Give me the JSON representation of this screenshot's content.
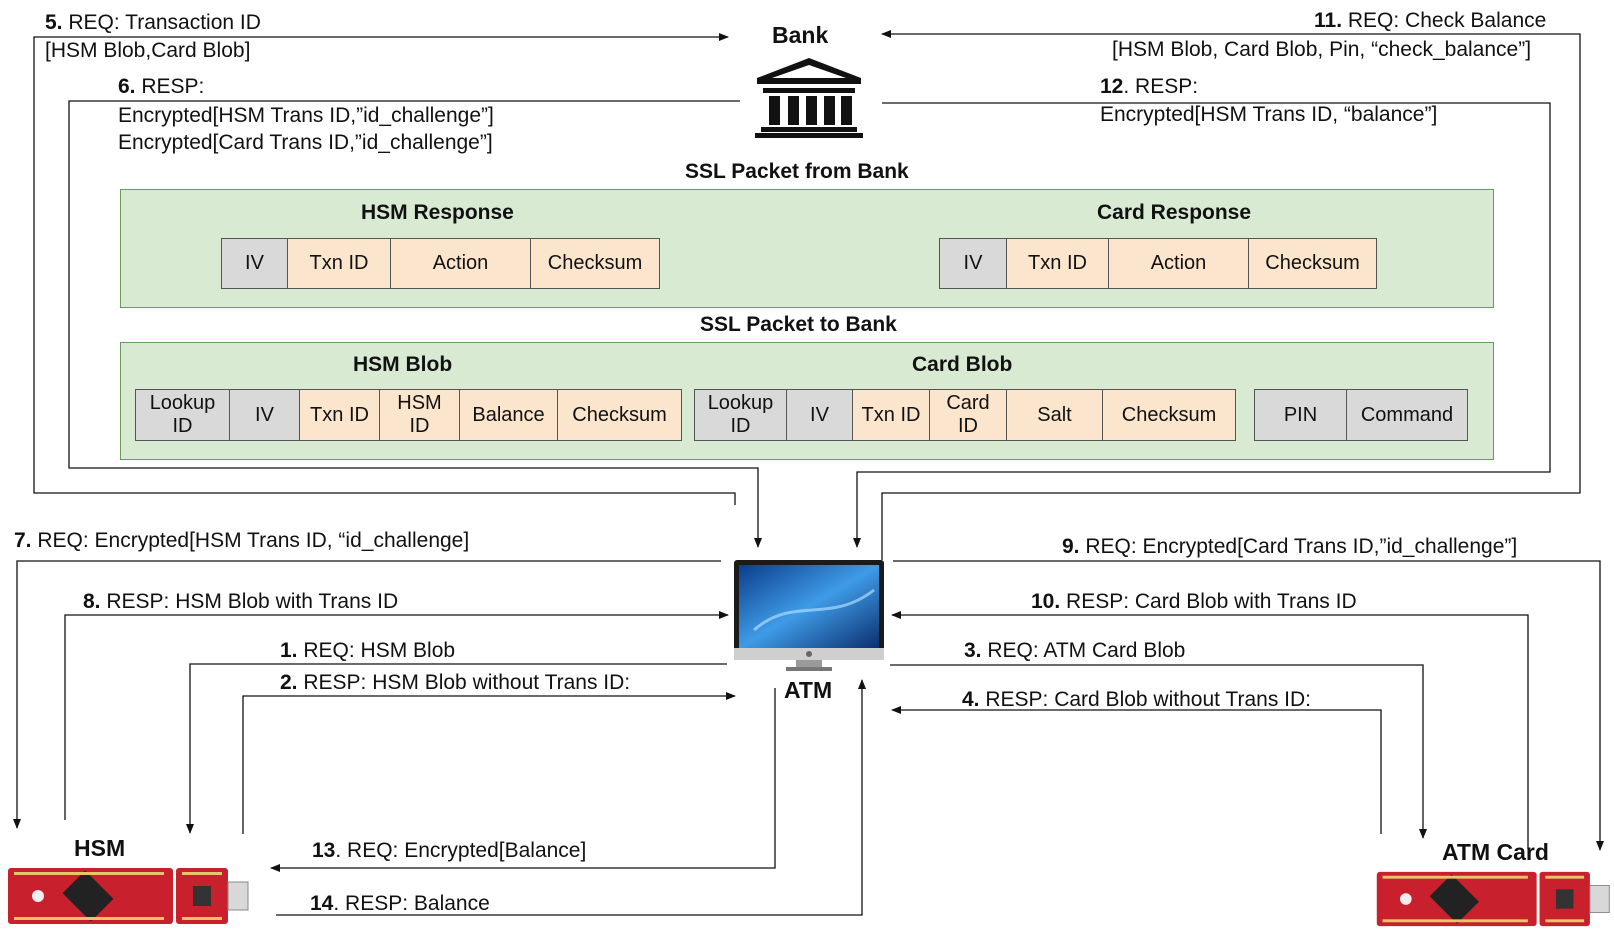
{
  "nodes": {
    "bank": "Bank",
    "atm": "ATM",
    "hsm": "HSM",
    "atm_card": "ATM Card"
  },
  "messages": {
    "m5": {
      "num": "5.",
      "text": " REQ: Transaction ID",
      "line2": "[HSM Blob,Card Blob]"
    },
    "m6": {
      "num": "6.",
      "text": " RESP:",
      "line2": "Encrypted[HSM Trans ID,”id_challenge”]",
      "line3": "Encrypted[Card Trans ID,”id_challenge”]"
    },
    "m11": {
      "num": "11.",
      "text": " REQ: Check Balance",
      "line2": "[HSM Blob, Card Blob, Pin, “check_balance”]"
    },
    "m12": {
      "num": "12",
      "text": ". RESP:",
      "line2": "Encrypted[HSM Trans ID, “balance”]"
    },
    "m7": {
      "num": "7.",
      "text": " REQ: Encrypted[HSM Trans ID, “id_challenge]"
    },
    "m8": {
      "num": "8.",
      "text": " RESP: HSM Blob with Trans ID"
    },
    "m1": {
      "num": "1.",
      "text": " REQ: HSM Blob"
    },
    "m2": {
      "num": "2.",
      "text": " RESP: HSM Blob without Trans ID:"
    },
    "m9": {
      "num": "9.",
      "text": " REQ: Encrypted[Card Trans ID,”id_challenge”]"
    },
    "m10": {
      "num": "10.",
      "text": " RESP: Card Blob with Trans ID"
    },
    "m3": {
      "num": "3.",
      "text": " REQ: ATM Card Blob"
    },
    "m4": {
      "num": "4.",
      "text": " RESP: Card Blob without Trans ID:"
    },
    "m13": {
      "num": "13",
      "text": ". REQ: Encrypted[Balance]"
    },
    "m14": {
      "num": "14",
      "text": ". RESP: Balance"
    }
  },
  "ssl_from_bank": {
    "title": "SSL Packet from Bank",
    "hsm_response": {
      "title": "HSM Response",
      "fields": [
        "IV",
        "Txn ID",
        "Action",
        "Checksum"
      ]
    },
    "card_response": {
      "title": "Card Response",
      "fields": [
        "IV",
        "Txn ID",
        "Action",
        "Checksum"
      ]
    }
  },
  "ssl_to_bank": {
    "title": "SSL Packet to Bank",
    "hsm_blob": {
      "title": "HSM Blob",
      "fields": [
        "Lookup ID",
        "IV",
        "Txn ID",
        "HSM ID",
        "Balance",
        "Checksum"
      ]
    },
    "card_blob": {
      "title": "Card Blob",
      "fields": [
        "Lookup ID",
        "IV",
        "Txn ID",
        "Card ID",
        "Salt",
        "Checksum"
      ]
    },
    "extra": {
      "fields": [
        "PIN",
        "Command"
      ]
    }
  },
  "icons": [
    "bank-icon",
    "monitor-icon",
    "microcontroller-board-icon"
  ],
  "colors": {
    "panel": "#d9ead3",
    "field_plain": "#d9d9d9",
    "field_encrypted": "#fce5cd",
    "board": "#c9202d"
  }
}
